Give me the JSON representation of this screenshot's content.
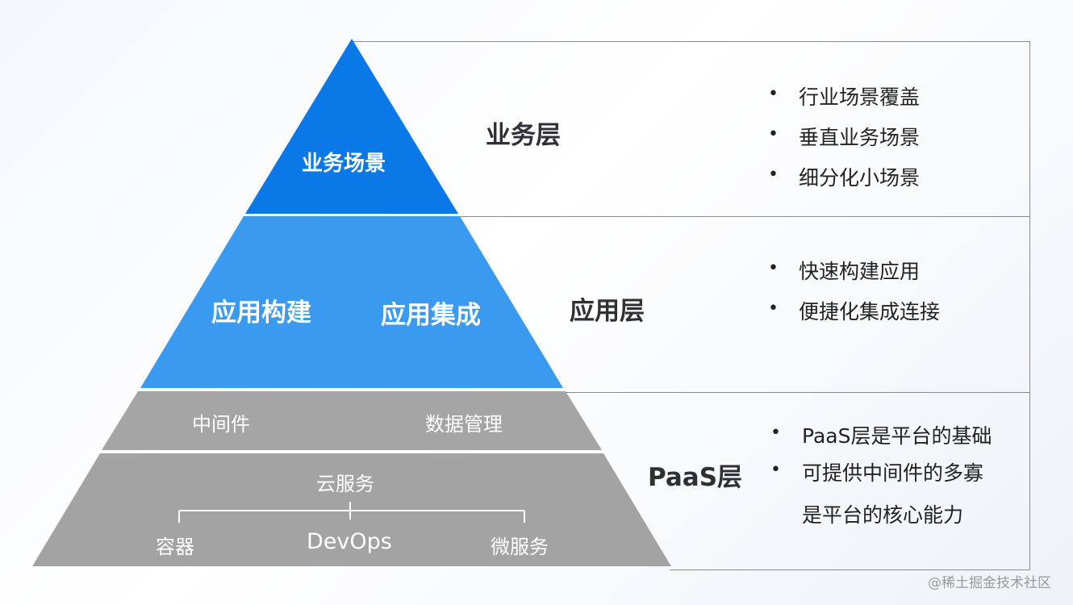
{
  "pyramid": {
    "top": {
      "label": "业务场景"
    },
    "middle": {
      "left": "应用构建",
      "right": "应用集成"
    },
    "band1": {
      "left": "中间件",
      "right": "数据管理"
    },
    "base": {
      "title": "云服务",
      "items": [
        "容器",
        "DevOps",
        "微服务"
      ]
    }
  },
  "layers": [
    {
      "name": "业务层",
      "bullets": [
        "行业场景覆盖",
        "垂直业务场景",
        "细分化小场景"
      ]
    },
    {
      "name": "应用层",
      "bullets": [
        "快速构建应用",
        "便捷化集成连接"
      ]
    },
    {
      "name": "PaaS层",
      "bullets": [
        "PaaS层是平台的基础",
        "可提供中间件的多寡",
        "是平台的核心能力"
      ]
    }
  ],
  "watermark": "@稀土掘金技术社区",
  "colors": {
    "top": "#0a78e6",
    "middle": "#3a9af0",
    "gray": "#a3a3a3",
    "border": "#8f8f8f"
  }
}
